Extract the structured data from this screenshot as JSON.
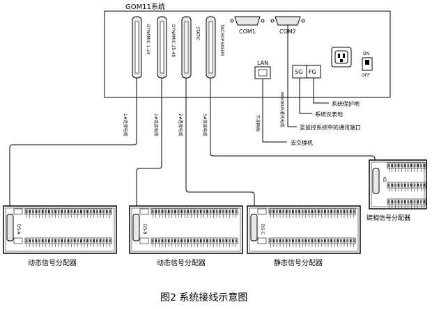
{
  "system": {
    "title": "GOM11系统",
    "connectors": [
      "DYNAMIC 1-24",
      "DYNAMIC 25-48",
      "STATIC",
      "TACHOPHASOR"
    ],
    "com1": "COM1",
    "com2": "COM2",
    "lan": "LAN",
    "sg": "SG",
    "fg": "FG",
    "on": "ON",
    "off": "OFF"
  },
  "cables": {
    "c1": "1#连接电缆",
    "c2": "2#连接电缆",
    "c2b": "2#连接电缆",
    "c3": "3#连接电缆",
    "wan": "万兆网线",
    "modbus": "MODBUS通讯电缆"
  },
  "annotations": {
    "protect_ground": "系统保护地",
    "instrument_ground": "系统仪表地",
    "to_monitor": "至监控系统中的通讯端口",
    "to_switch": "去交换机"
  },
  "boards": {
    "b1_label": "动态信号分配器",
    "b2_label": "动态信号分配器",
    "b3_label": "静态信号分配器",
    "b4_label": "键相信号分配器",
    "b1_id": "DS-A",
    "b2_id": "DS-B",
    "b3_id": "DS-C",
    "b4_id": "KS"
  },
  "figure_caption": "图2 系统接线示意图"
}
